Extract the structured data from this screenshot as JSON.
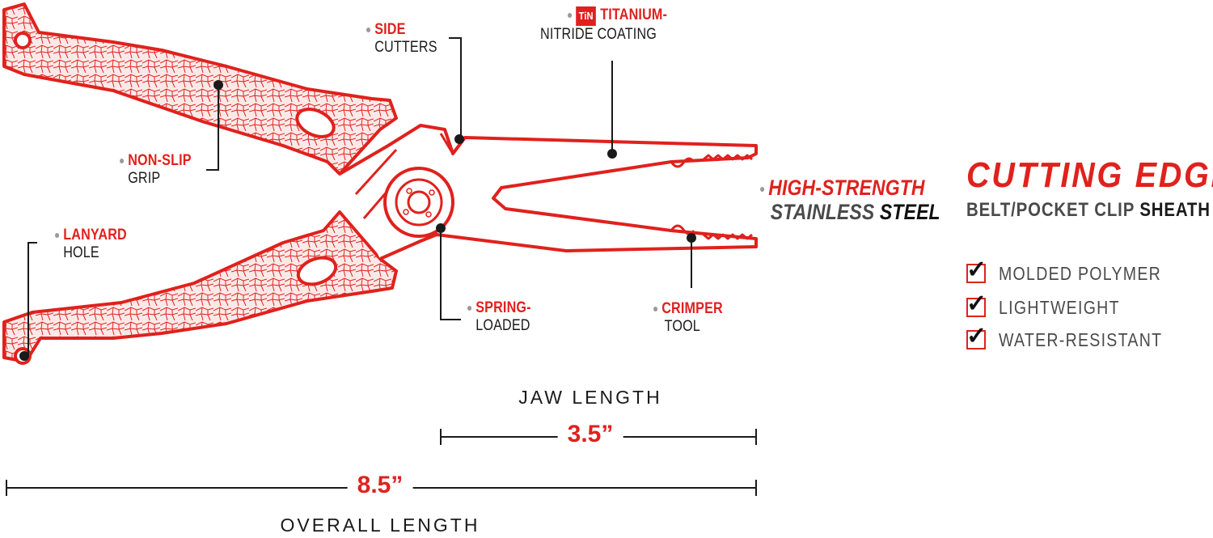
{
  "callouts": {
    "side_cutters": {
      "line1": "SIDE",
      "line2": "CUTTERS"
    },
    "titanium": {
      "badge": "TiN",
      "line1": "TITANIUM-",
      "line2": "NITRIDE COATING"
    },
    "non_slip": {
      "line1": "NON-SLIP",
      "line2": "GRIP"
    },
    "lanyard": {
      "line1": "LANYARD",
      "line2": "HOLE"
    },
    "spring": {
      "line1": "SPRING-",
      "line2": "LOADED"
    },
    "crimper": {
      "line1": "CRIMPER",
      "line2": "TOOL"
    },
    "steel": {
      "line1": "HIGH-STRENGTH",
      "line2a": "STAINLESS",
      "line2b": "STEEL"
    }
  },
  "sheath": {
    "title": "CUTTING EDGE",
    "subtitle_a": "BELT/POCKET CLIP",
    "subtitle_b": "SHEATH",
    "features": [
      "MOLDED POLYMER",
      "LIGHTWEIGHT",
      "WATER-RESISTANT"
    ]
  },
  "dimensions": {
    "jaw": {
      "label": "JAW LENGTH",
      "value": "3.5”"
    },
    "overall": {
      "label": "OVERALL LENGTH",
      "value": "8.5”"
    }
  },
  "colors": {
    "accent": "#e0211d",
    "text": "#1a1a1a",
    "gray": "#4a4a4a"
  }
}
